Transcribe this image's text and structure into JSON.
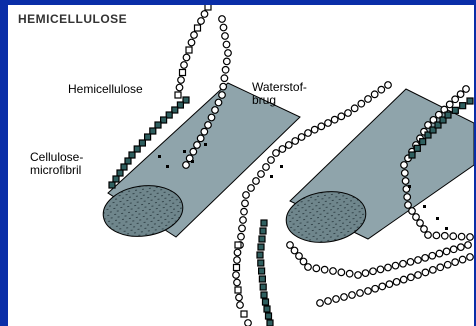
{
  "title": "HEMICELLULOSE",
  "labels": {
    "hemicellulose": "Hemicellulose",
    "waterstofbrug_line1": "Waterstof-",
    "waterstofbrug_line2": "brug",
    "cellulose_line1": "Cellulose-",
    "cellulose_line2": "microfibril"
  },
  "colors": {
    "border": "#0a2ea8",
    "fibril_body": "#8fa4ab",
    "fibril_end": "#6f868c",
    "fibril_dots": "#35464c",
    "chain_square": "#2f5f5f",
    "chain_circle_fill": "#ffffff",
    "chain_outline": "#000000"
  }
}
